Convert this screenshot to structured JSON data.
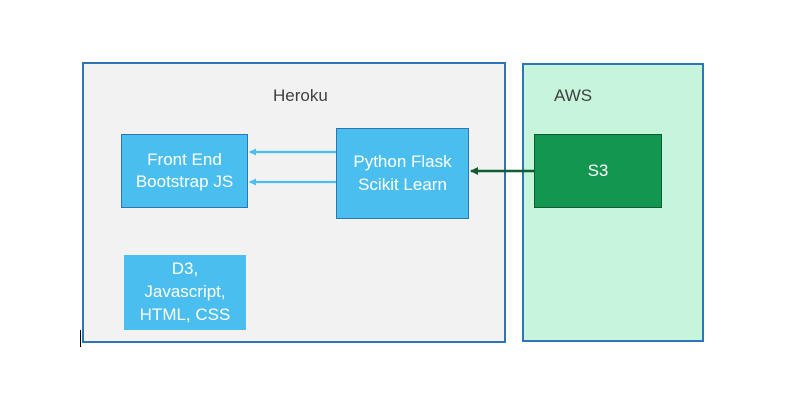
{
  "containers": {
    "heroku": {
      "title": "Heroku",
      "fill": "#F2F2F2",
      "border": "#2E75B6"
    },
    "aws": {
      "title": "AWS",
      "fill": "#C6F5DB",
      "border": "#2E75B6"
    }
  },
  "nodes": {
    "frontend": {
      "label": "Front End\nBootstrap JS",
      "fill": "#4BBEF0"
    },
    "flask": {
      "label": "Python Flask\nScikit Learn",
      "fill": "#4BBEF0"
    },
    "d3": {
      "label": "D3,\nJavascript,\nHTML, CSS",
      "fill": "#4BBEF0"
    },
    "s3": {
      "label": "S3",
      "fill": "#13964F"
    }
  },
  "edges": [
    {
      "from": "flask",
      "to": "frontend",
      "color": "#4BBEF0"
    },
    {
      "from": "flask",
      "to": "frontend",
      "color": "#4BBEF0"
    },
    {
      "from": "s3",
      "to": "flask",
      "color": "#0E5E32"
    }
  ]
}
